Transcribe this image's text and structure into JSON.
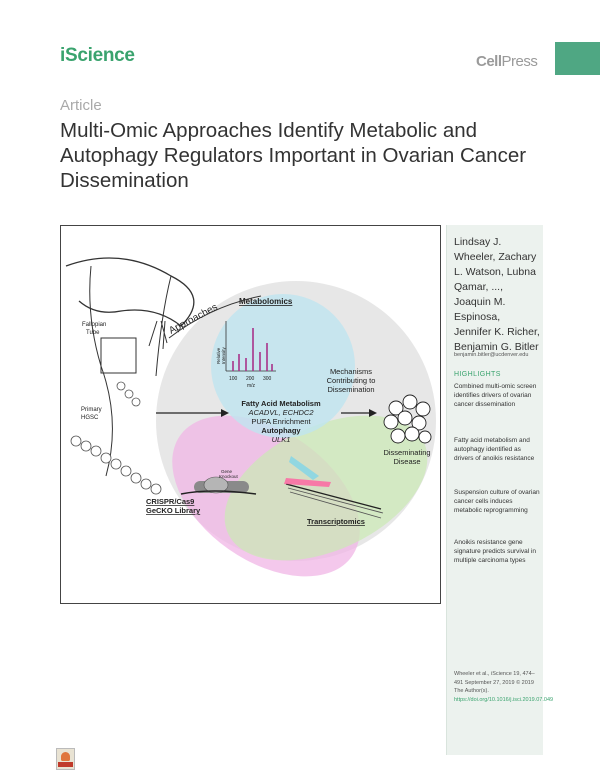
{
  "header": {
    "journal": "iScience",
    "publisher_bold": "Cell",
    "publisher_light": "Press",
    "tab_color": "#4fa783"
  },
  "article": {
    "type": "Article",
    "title": "Multi-Omic Approaches Identify Metabolic and Autophagy Regulators Important in Ovarian Cancer Dissemination"
  },
  "graphical_abstract": {
    "approaches": "Approaches",
    "metabolomics": "Metabolomics",
    "fallopian": [
      "Fallopian",
      "Tube"
    ],
    "primary_hgsc": [
      "Primary",
      "HGSC"
    ],
    "axis_x": "m/z",
    "axis_y": [
      "Relative",
      "Intensity"
    ],
    "ticks": [
      "100",
      "200",
      "300"
    ],
    "mechanisms": [
      "Mechanisms",
      "Contributing to",
      "Dissemination"
    ],
    "center_lines": [
      "Fatty Acid Metabolism",
      "ACADVL, ECHDC2",
      "PUFA Enrichment",
      "Autophagy",
      "ULK1"
    ],
    "disseminating": [
      "Disseminating",
      "Disease"
    ],
    "gene_knockout": [
      "Gene",
      "Knockout"
    ],
    "crispr": [
      "CRISPR/Cas9",
      "GeCKO Library"
    ],
    "transcriptomics": "Transcriptomics"
  },
  "sidebar": {
    "authors": "Lindsay J. Wheeler, Zachary L. Watson, Lubna Qamar, ..., Joaquin M. Espinosa, Jennifer K. Richer, Benjamin G. Bitler",
    "email": "benjamin.bitler@ucdenver.edu",
    "highlights_title": "HIGHLIGHTS",
    "highlights": [
      "Combined multi-omic screen identifies drivers of ovarian cancer dissemination",
      "Fatty acid metabolism and autophagy identified as drivers of anoikis resistance",
      "Suspension culture of ovarian cancer cells induces metabolic reprogramming",
      "Anoikis resistance gene signature predicts survival in multiple carcinoma types"
    ],
    "citation": "Wheeler et al., iScience 19, 474–491 September 27, 2019 © 2019 The Author(s).",
    "doi": "https://doi.org/10.1016/j.isci.2019.07.049"
  }
}
